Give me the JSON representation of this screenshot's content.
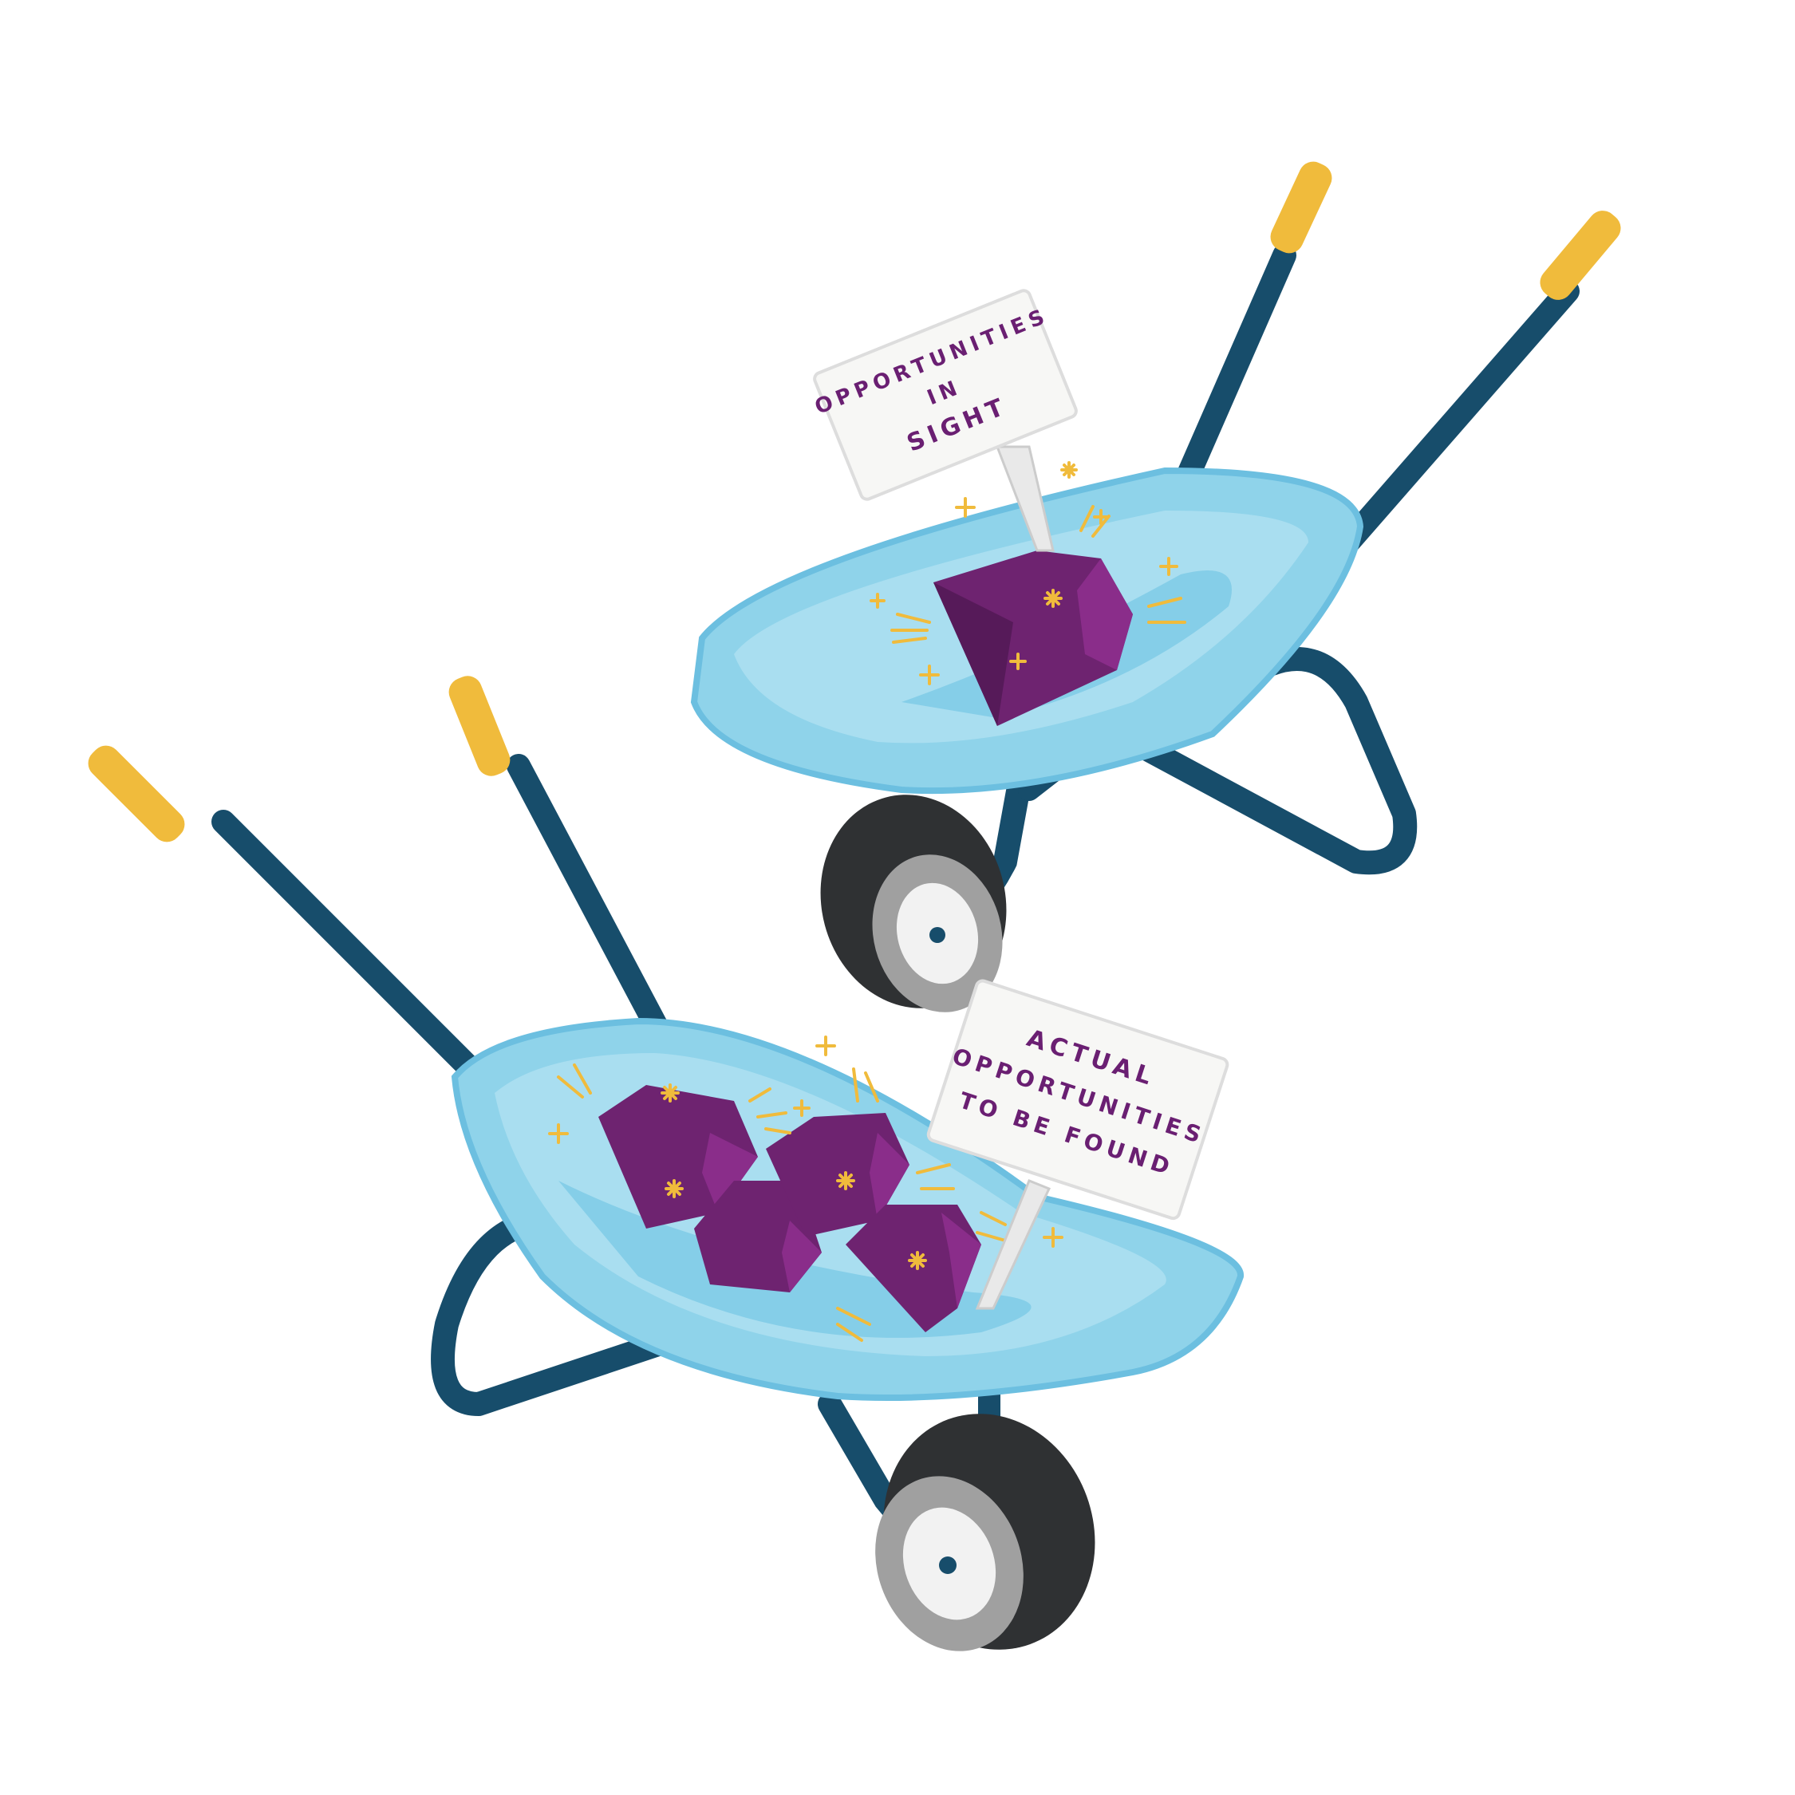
{
  "colors": {
    "background": "#ffffff",
    "tray": "#8fd3ea",
    "tray_inner": "#a9def0",
    "tray_rim": "#6cbfe0",
    "frame": "#174d6b",
    "grip": "#f0bb3c",
    "gem": "#6e2370",
    "gem_facet": "#8a2d8a",
    "gem_dark": "#561a59",
    "sparkle": "#f0bb3c",
    "tire": "#2f3133",
    "hub": "#a0a0a0",
    "sign": "#f7f7f5",
    "sign_text": "#6a1f72"
  },
  "top_barrow": {
    "sign": {
      "line1": "OPPORTUNITIES",
      "line2": "IN",
      "line3": "SIGHT"
    },
    "gem_count": 1
  },
  "bottom_barrow": {
    "sign": {
      "line1": "ACTUAL",
      "line2": "OPPORTUNITIES",
      "line3": "TO BE FOUND"
    },
    "gem_count": 4
  }
}
